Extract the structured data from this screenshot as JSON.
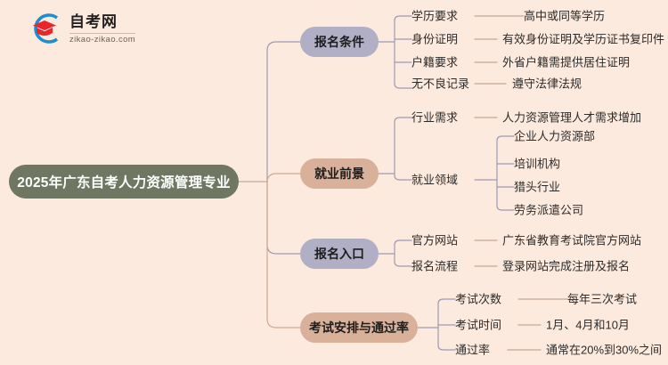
{
  "logo": {
    "name_cn": "自考网",
    "name_en": "zikao-zikao.com",
    "mark_icon": "graduation-cap-icon"
  },
  "colors": {
    "background": "#fdeade",
    "root_node": "#6f7763",
    "branch_purple": "#b1afc5",
    "branch_tan": "#d9b09a",
    "wire_purple": "#9b9ab4",
    "wire_tan": "#d2a98f",
    "text_dark": "#2b2b2b",
    "text_light": "#ffffff"
  },
  "mindmap": {
    "root": "2025年广东自考人力资源管理专业",
    "branches": [
      {
        "label": "报名条件",
        "color": "purple",
        "children": [
          {
            "key": "学历要求",
            "value": "高中或同等学历"
          },
          {
            "key": "身份证明",
            "value": "有效身份证明及学历证书复印件"
          },
          {
            "key": "户籍要求",
            "value": "外省户籍需提供居住证明"
          },
          {
            "key": "无不良记录",
            "value": "遵守法律法规"
          }
        ]
      },
      {
        "label": "就业前景",
        "color": "tan",
        "children": [
          {
            "key": "行业需求",
            "value": "人力资源管理人才需求增加"
          },
          {
            "key": "就业领域",
            "value": "",
            "grandchildren": [
              "企业人力资源部",
              "培训机构",
              "猎头行业",
              "劳务派遣公司"
            ]
          }
        ]
      },
      {
        "label": "报名入口",
        "color": "purple",
        "children": [
          {
            "key": "官方网站",
            "value": "广东省教育考试院官方网站"
          },
          {
            "key": "报名流程",
            "value": "登录网站完成注册及报名"
          }
        ]
      },
      {
        "label": "考试安排与通过率",
        "color": "tan",
        "children": [
          {
            "key": "考试次数",
            "value": "每年三次考试"
          },
          {
            "key": "考试时间",
            "value": "1月、4月和10月"
          },
          {
            "key": "通过率",
            "value": "通常在20%到30%之间"
          }
        ]
      }
    ]
  }
}
